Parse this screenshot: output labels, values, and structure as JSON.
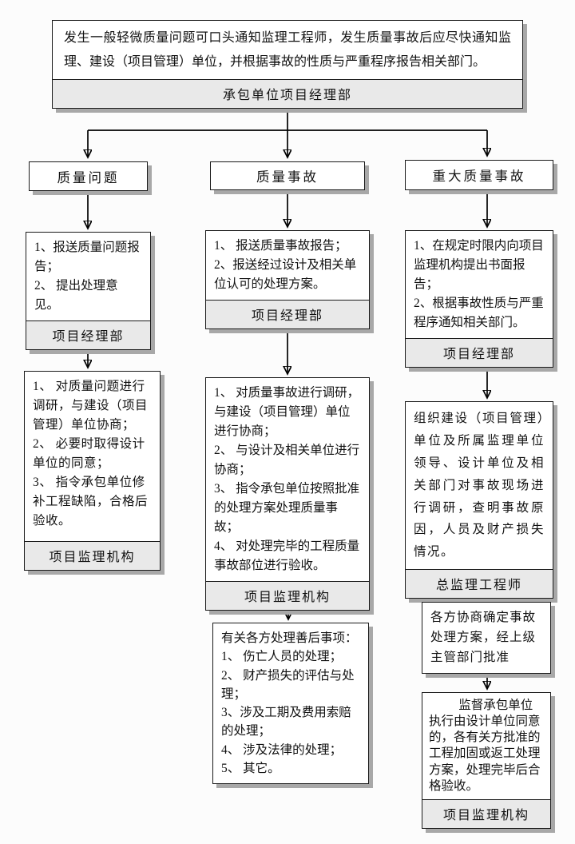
{
  "colors": {
    "page-bg": "#fcfcfc",
    "box-bg": "#ffffff",
    "band-bg": "#e9e9e9",
    "line": "#1a1a1a",
    "shadow": "#a8a8a8",
    "ink": "#111111"
  },
  "flow": {
    "start": {
      "text": "发生一般轻微质量问题可口头通知监理工程师，发生质量事故后应尽快通知监理、建设（项目管理）单位，并根据事故的性质与严重程序报告相关部门。",
      "actor": "承包单位项目经理部"
    },
    "categories": [
      {
        "label": "质量问题"
      },
      {
        "label": "质量事故"
      },
      {
        "label": "重大质量事故"
      }
    ],
    "left": {
      "step1": {
        "items": [
          "1、报送质量问题报告；",
          "2、 提出处理意见。"
        ],
        "actor": "项目经理部"
      },
      "step2": {
        "items": [
          "1、 对质量问题进行调研，与建设（项目管理）单位协商；",
          "2、 必要时取得设计单位的同意；",
          "3、 指令承包单位修补工程缺陷，合格后验收。"
        ],
        "actor": "项目监理机构"
      }
    },
    "middle": {
      "step1": {
        "items": [
          "1、 报送质量事故报告；",
          "2、报送经过设计及相关单位认可的处理方案。"
        ],
        "actor": "项目经理部"
      },
      "step2": {
        "items": [
          "1、 对质量事故进行调研，与建设（项目管理）单位进行协商；",
          "2、 与设计及相关单位进行协商；",
          "3、 指令承包单位按照批准的处理方案处理质量事故；",
          "4、 对处理完毕的工程质量事故部位进行验收。"
        ],
        "actor": "项目监理机构"
      },
      "step3": {
        "heading": "有关各方处理善后事项：",
        "items": [
          "1、 伤亡人员的处理；",
          "2、 财产损失的评估与处理；",
          "3、涉及工期及费用索赔的处理；",
          "4、 涉及法律的处理；",
          "5、 其它。"
        ]
      }
    },
    "right": {
      "step1": {
        "items": [
          "1、在规定时限内向项目监理机构提出书面报告；",
          "2、根据事故性质与严重程序通知相关部门。"
        ],
        "actor": "项目经理部"
      },
      "step2": {
        "text": "组织建设（项目管理）单位及所属监理单位领导、设计单位及相关部门对事故现场进行调研，查明事故原因，人员及财产损失情况。",
        "actor": "总监理工程师"
      },
      "step3": {
        "text": "各方协商确定事故处理方案，经上级主管部门批准"
      },
      "step4": {
        "text": "监督承包单位执行由设计单位同意的，各有关方批准的工程加固或返工处理方案，处理完毕后合格验收。",
        "actor": "项目监理机构"
      }
    }
  }
}
